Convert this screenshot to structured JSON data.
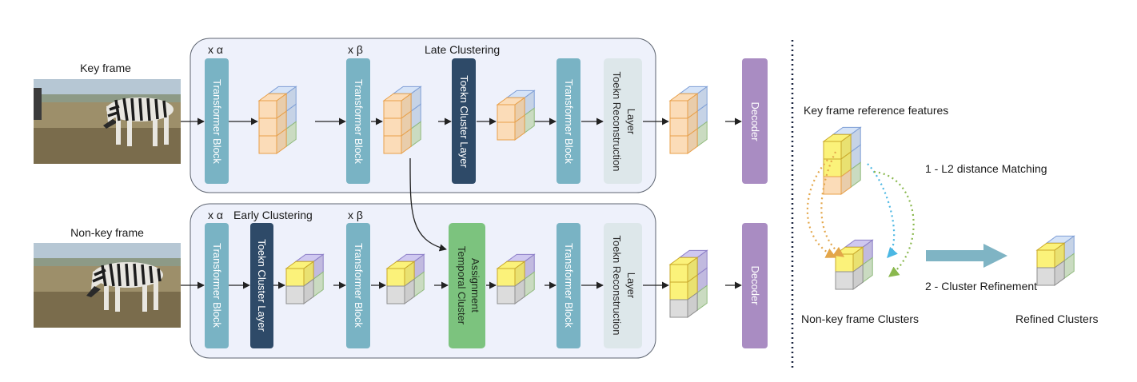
{
  "colors": {
    "transformer": "#79b3c4",
    "cluster_layer": "#2e4a68",
    "reconstruction": "#dde7ea",
    "decoder": "#a98cc2",
    "temporal": "#7cc37e",
    "panel_fill": "#eef1fb",
    "panel_stroke": "#5d6470",
    "cube_orange": "#fbdcb8",
    "cube_orange_edge": "#e8a04a",
    "cube_blue": "#d5e3f7",
    "cube_blue_edge": "#7f9fd6",
    "cube_green": "#d9ebd0",
    "cube_green_edge": "#8fba7c",
    "cube_yellow": "#fbf27a",
    "cube_yellow_edge": "#c9a82a",
    "cube_purple": "#cfc8f0",
    "cube_purple_edge": "#8d7fc7",
    "cube_gray": "#dcdcdc",
    "cube_gray_edge": "#8f8f8f",
    "arrow_big": "#7fb4c4",
    "dot_orange": "#e3a64a",
    "dot_cyan": "#4bb7e3",
    "dot_green": "#8ab84e"
  },
  "frames": {
    "key_label": "Key frame",
    "nonkey_label": "Non-key frame"
  },
  "top_panel": {
    "alpha": "x α",
    "beta": "x β",
    "title": "Late Clustering",
    "transformer1": "Transformer Block",
    "transformer2": "Transformer Block",
    "cluster_layer": "Toekn Cluster Layer",
    "transformer3": "Transformer Block",
    "reconstruction": [
      "Toekn Reconstruction",
      "Layer"
    ],
    "decoder": "Decoder"
  },
  "bottom_panel": {
    "alpha": "x α",
    "title": "Early Clustering",
    "beta": "x β",
    "transformer1": "Transformer Block",
    "cluster_layer": "Toekn Cluster Layer",
    "transformer2": "Transformer Block",
    "temporal": [
      "Temporal Cluster",
      "Assignment"
    ],
    "transformer3": "Transformer Block",
    "reconstruction": [
      "Toekn Reconstruction",
      "Layer"
    ],
    "decoder": "Decoder"
  },
  "right_panel": {
    "reference_label": "Key frame reference features",
    "matching_label": "1 - L2 distance Matching",
    "refinement_label": "2 - Cluster Refinement",
    "nonkey_clusters_label": "Non-key frame Clusters",
    "refined_label": "Refined Clusters"
  }
}
